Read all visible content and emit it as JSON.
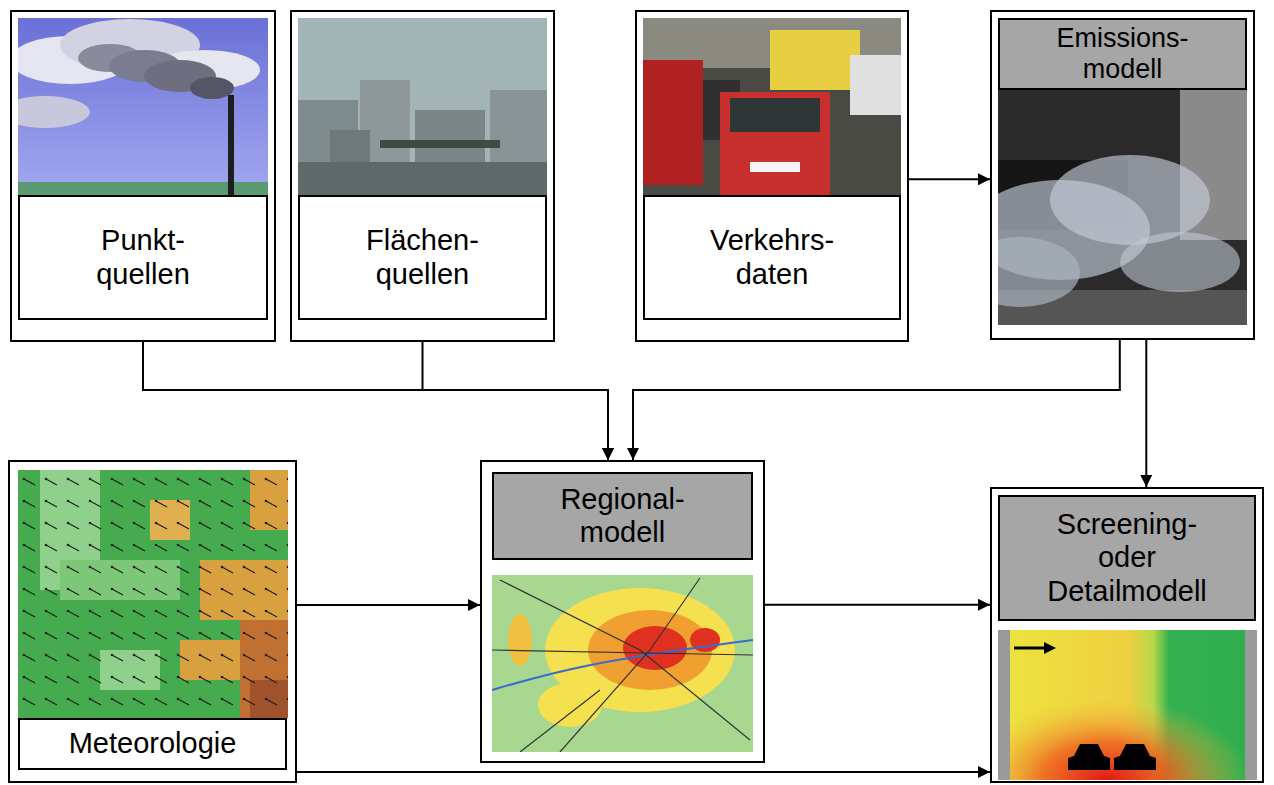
{
  "diagram": {
    "nodes": [
      {
        "text": [
          "Punkt- quellen"
        ]
      },
      {
        "text": [
          "Flächen- quellen"
        ]
      },
      {
        "text": [
          "Verkehrs- daten"
        ]
      },
      {
        "text": [
          "Emissions- modell"
        ]
      },
      {
        "text": [
          "Meteorologie"
        ]
      },
      {
        "text": [
          "Regional- modell"
        ]
      },
      {
        "text": [
          "Screening- oder Detailmodell"
        ]
      }
    ],
    "edges": [
      {
        "from": 0,
        "to": 5,
        "arrow": "to"
      },
      {
        "from": 1,
        "to": 5,
        "arrow": "to"
      },
      {
        "from": 3,
        "to": 5,
        "arrow": "to"
      },
      {
        "from": 2,
        "to": 3,
        "arrow": "to"
      },
      {
        "from": 3,
        "to": 6,
        "arrow": "to"
      },
      {
        "from": 4,
        "to": 5,
        "arrow": "to"
      },
      {
        "from": 5,
        "to": 6,
        "arrow": "to"
      },
      {
        "from": 4,
        "to": 6,
        "arrow": "to"
      }
    ]
  }
}
